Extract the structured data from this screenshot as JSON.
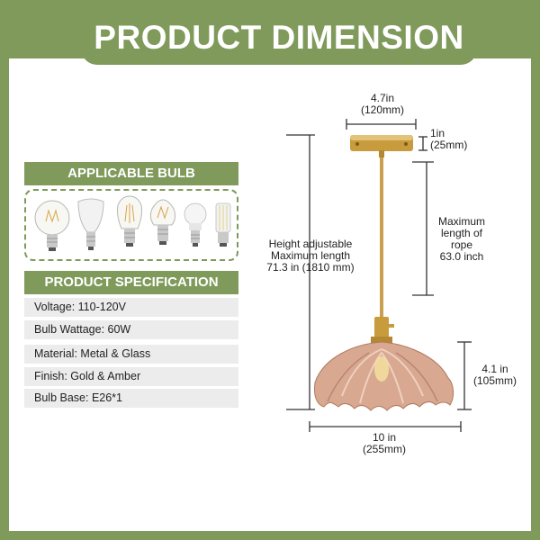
{
  "title": "PRODUCT DIMENSION",
  "bulb_section": {
    "header": "APPLICABLE BULB",
    "bulbs": [
      "globe-filament-bulb",
      "reflector-bulb",
      "st64-filament-bulb",
      "a19-filament-bulb",
      "a19-led-bulb",
      "corn-led-bulb"
    ]
  },
  "spec_section": {
    "header": "PRODUCT SPECIFICATION",
    "rows": [
      {
        "label": "Voltage:",
        "value": "110-120V"
      },
      {
        "label": "Bulb Wattage:",
        "value": "60W"
      },
      {
        "label": "Material:",
        "value": "Metal & Glass"
      },
      {
        "label": "Finish:",
        "value": "Gold & Amber"
      },
      {
        "label": "Bulb Base:",
        "value": "E26*1"
      }
    ]
  },
  "dimensions": {
    "canopy_width": {
      "imperial": "4.7in",
      "metric": "(120mm)"
    },
    "canopy_height": {
      "imperial": "1in",
      "metric": "(25mm)"
    },
    "rope": {
      "line1": "Maximum",
      "line2": "length of rope",
      "line3": "63.0 inch"
    },
    "total": {
      "line1": "Height adjustable",
      "line2": "Maximum length",
      "line3": "71.3 in (1810 mm)"
    },
    "shade_height": {
      "imperial": "4.1 in",
      "metric": "(105mm)"
    },
    "shade_width": {
      "imperial": "10 in",
      "metric": "(255mm)"
    }
  },
  "colors": {
    "accent_green": "#7f9a5b",
    "row_gray": "#ececec",
    "gold": "#c89b3c",
    "amber_glass": "#d8a890"
  }
}
